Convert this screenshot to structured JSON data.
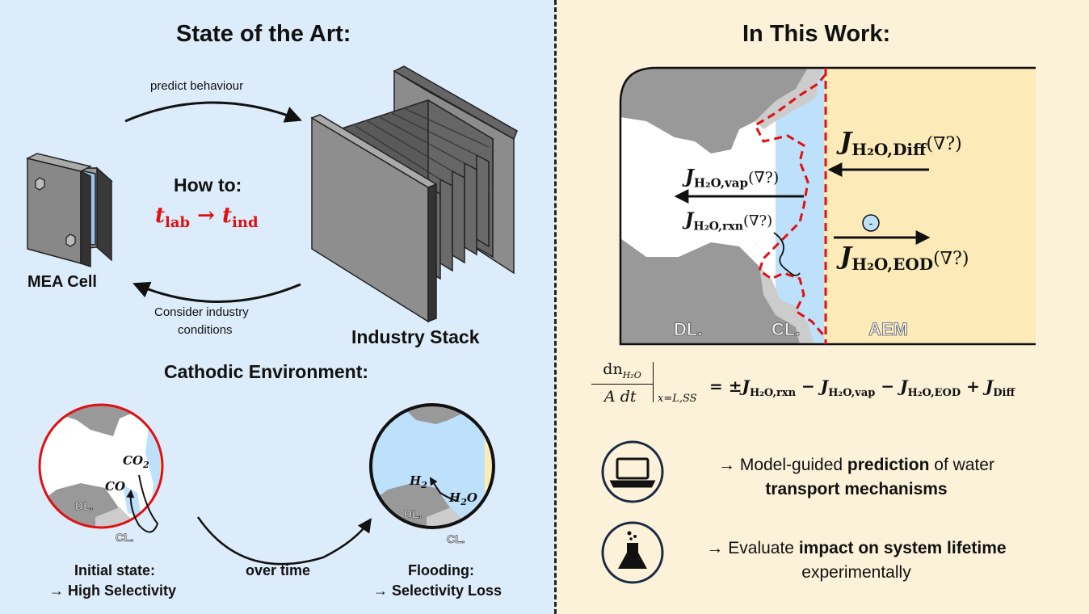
{
  "left": {
    "title": "State of the Art:",
    "predict_label": "predict behaviour",
    "consider_label_1": "Consider industry",
    "consider_label_2": "conditions",
    "mea_cell_label": "MEA Cell",
    "industry_stack_label": "Industry Stack",
    "how_to_label": "How to:",
    "t_lab": "t",
    "t_lab_sub": "lab",
    "t_ind": "t",
    "t_ind_sub": "ind",
    "arrow_symbol": "→",
    "cathodic_title": "Cathodic Environment:",
    "over_time_label": "over time",
    "initial_state_line1": "Initial state:",
    "initial_state_line2": "→ High Selectivity",
    "flooding_line1": "Flooding:",
    "flooding_line2": "→ Selectivity Loss",
    "circle1": {
      "co2": "CO",
      "co2_sub": "2",
      "co": "CO",
      "dl": "DL.",
      "cl": "CL."
    },
    "circle2": {
      "h2": "H",
      "h2_sub": "2",
      "h2o": "H",
      "h2o_sub": "2",
      "h2o_o": "O",
      "dl": "DL.",
      "cl": "CL."
    }
  },
  "right": {
    "title": "In This Work:",
    "region_dl": "DL.",
    "region_cl": "CL.",
    "region_aem": "AEM",
    "j_diff": {
      "J": "J",
      "sub": "H₂O,Diff",
      "arg": "(∇?)"
    },
    "j_vap": {
      "J": "J",
      "sub": "H₂O,vap",
      "arg": "(∇?)"
    },
    "j_rxn": {
      "J": "J",
      "sub": "H₂O,rxn",
      "arg": "(∇?)"
    },
    "j_eod": {
      "J": "J",
      "sub": "H₂O,EOD",
      "arg": "(∇?)"
    },
    "minus_symbol": "-",
    "equation": {
      "numerator": "dn",
      "numerator_sub": "H₂O",
      "denominator": "A dt",
      "eval_sub": "x=L,SS",
      "rhs": "= ±J",
      "rhs_rxn_sub": "H₂O,rxn",
      "term_vap": "− J",
      "term_vap_sub": "H₂O,vap",
      "term_eod": "− J",
      "term_eod_sub": "H₂O,EOD",
      "term_diff": "+ J",
      "term_diff_sub": "Diff"
    },
    "bullet1_prefix": "→ Model-guided ",
    "bullet1_bold": "prediction",
    "bullet1_suffix": " of water",
    "bullet1_line2": "transport mechanisms",
    "bullet2_prefix": "→ Evaluate ",
    "bullet2_bold": "impact on system lifetime",
    "bullet2_line2": "experimentally",
    "icon_laptop": "laptop-icon",
    "icon_flask": "flask-icon"
  },
  "colors": {
    "left_bg": "#ddecfa",
    "right_bg": "#fcf2d9",
    "water_blue": "#bde0fb",
    "aem_yellow": "#fcebb9",
    "dl_gray": "#999999",
    "cl_gray": "#cccccc",
    "accent_red": "#e01010"
  }
}
